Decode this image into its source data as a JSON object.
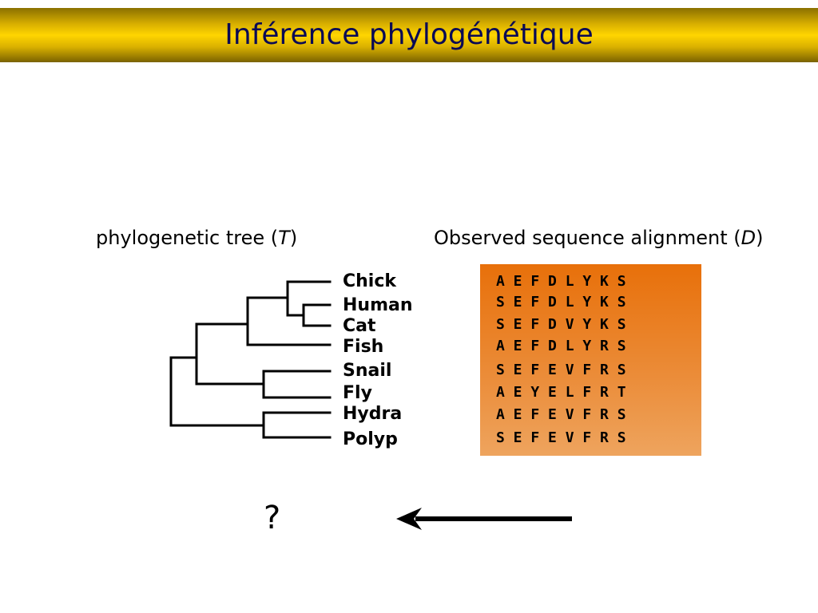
{
  "slide": {
    "title": "Inférence phylogénétique"
  },
  "tree_panel": {
    "caption": "phylogenetic tree (T)",
    "taxa": [
      "Chick",
      "Human",
      "Cat",
      "Fish",
      "Snail",
      "Fly",
      "Hydra",
      "Polyp"
    ]
  },
  "alignment_panel": {
    "caption": "Observed sequence alignment (D)",
    "rows": [
      "A E F D L Y K S",
      "S E F D L Y K S",
      "S E F D V Y K S",
      "A E F D L Y R S",
      "S E F E V F R S",
      "A E Y E L F R T",
      "A E F E V F R S",
      "S E F E V F R S"
    ]
  },
  "inference": {
    "question_mark": "?"
  },
  "colors": {
    "title_text": "#0a0a55",
    "title_bar": "#ffd500",
    "alignment_box": "#e8700a"
  }
}
